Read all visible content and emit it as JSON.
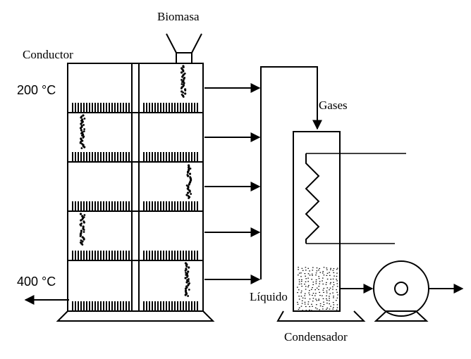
{
  "labels": {
    "biomass": "Biomasa",
    "conductor": "Conductor",
    "temp_top": "200 °C",
    "temp_bottom": "400 °C",
    "gases": "Gases",
    "liquid": "Líquido",
    "condenser": "Condensador"
  },
  "colors": {
    "line": "#000000",
    "background": "#ffffff",
    "particle": "#000000"
  },
  "icons": {
    "pump": "circular-pump-icon",
    "feed_hopper": "hopper-icon",
    "cooling_coil": "zigzag-coil-icon"
  }
}
